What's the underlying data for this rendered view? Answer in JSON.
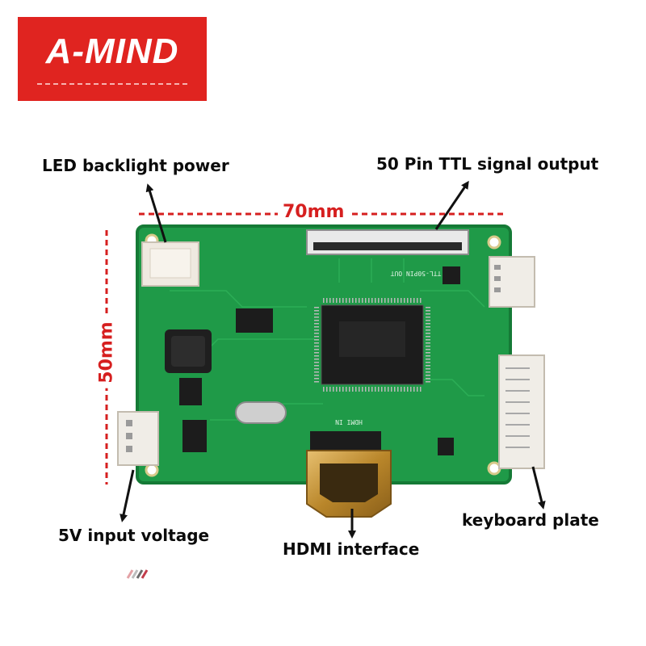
{
  "brand": {
    "name": "A-MIND"
  },
  "dimensions": {
    "width": "70mm",
    "height": "50mm"
  },
  "callouts": {
    "led_backlight": "LED backlight power",
    "ttl_output": "50 Pin TTL signal output",
    "input_voltage": "5V input voltage",
    "hdmi": "HDMI interface",
    "keyboard": "keyboard plate"
  },
  "silkscreen": {
    "ttl_connector": "TTL-50PIN OUT",
    "hdmi_connector": "HDMI IN"
  },
  "colors": {
    "brand_red": "#e02420",
    "dimension_red": "#d61f1f",
    "pcb_green": "#1f9a48",
    "pcb_dark": "#157a36",
    "chip_black": "#1c1c1c",
    "connector_white": "#ececec",
    "hdmi_gold": "#c99a3b"
  }
}
